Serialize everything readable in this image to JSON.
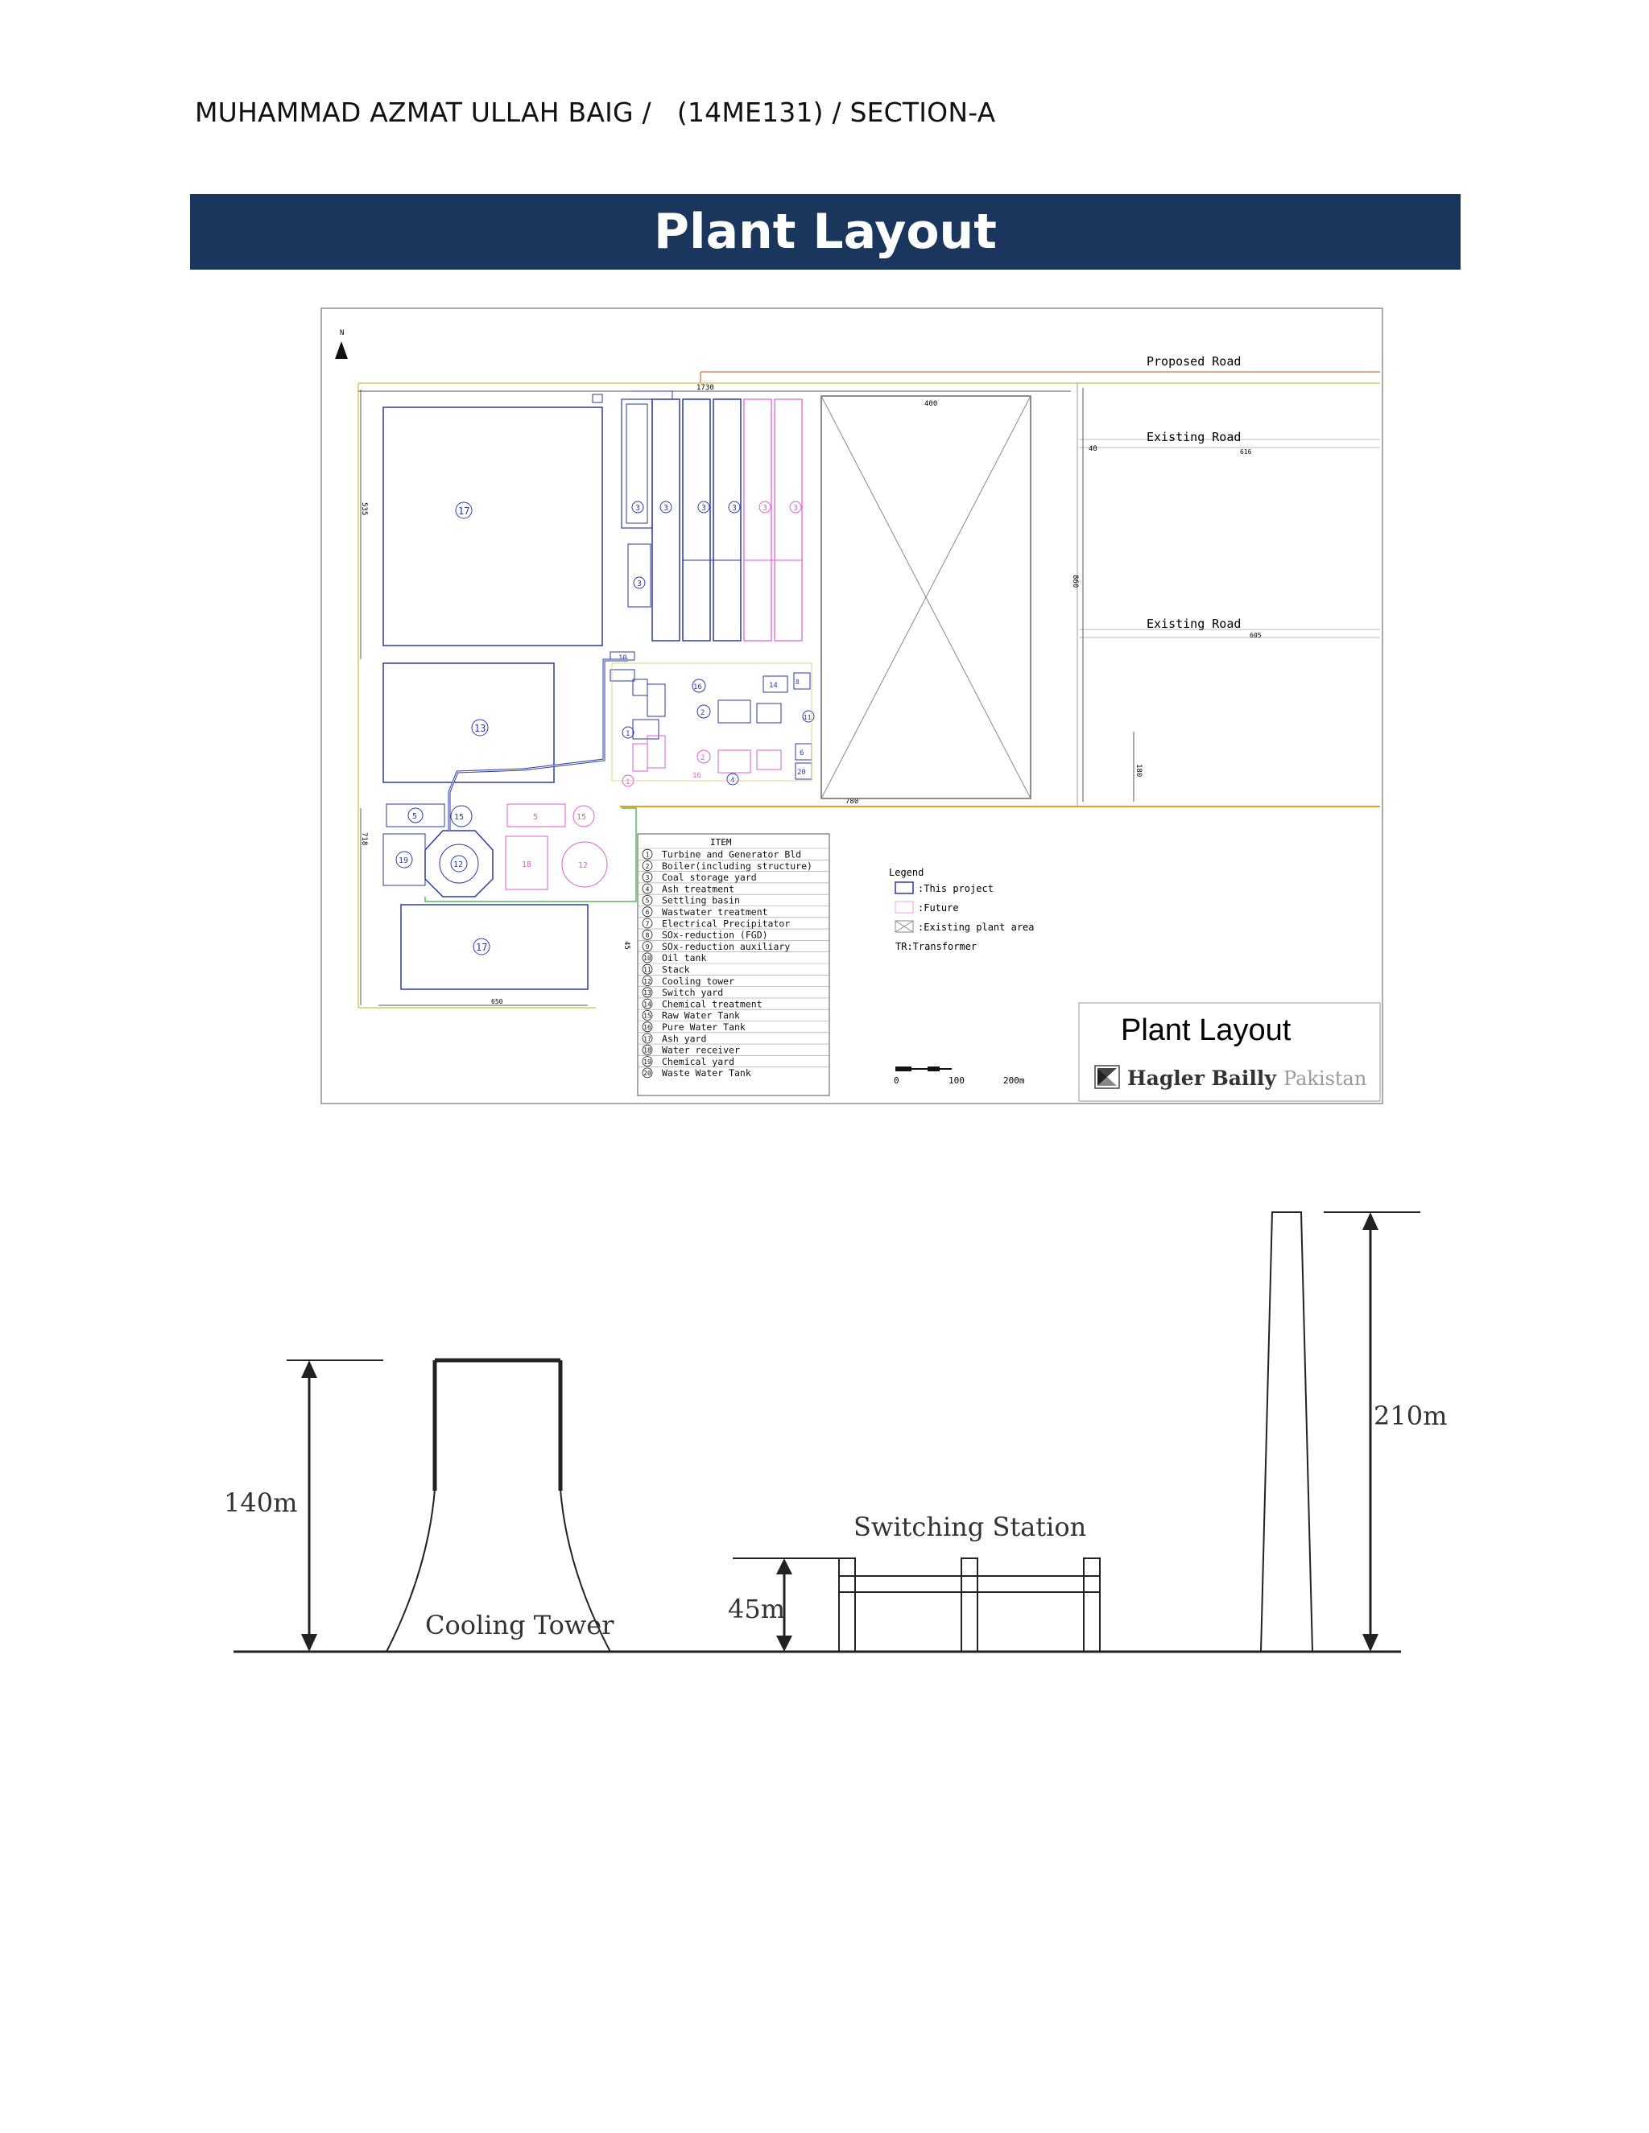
{
  "header": {
    "author_line": "MUHAMMAD AZMAT ULLAH BAIG /   (14ME131) / SECTION-A"
  },
  "banner": {
    "title": "Plant Layout"
  },
  "plan": {
    "north": "N",
    "roads": {
      "proposed": "Proposed Road",
      "existing_top": "Existing Road",
      "existing_mid": "Existing Road"
    },
    "dims": {
      "d1730": "1730",
      "d400": "400",
      "d40": "40",
      "d616": "616",
      "d535": "535",
      "d860": "860",
      "d605": "605",
      "d180": "180",
      "d780": "780",
      "d718": "718",
      "d45": "45",
      "d650": "650"
    },
    "area_labels": {
      "a17_top": "17",
      "a13": "13",
      "a17_bottom": "17",
      "a5_blue": "5",
      "a15_blue": "15",
      "a12_blue": "12",
      "a19": "19",
      "a5_pink": "5",
      "a15_pink": "15",
      "a18": "18",
      "a12_pink": "12",
      "a3_side": "3",
      "a16_blue": "16",
      "a16_pink": "16",
      "a14": "14",
      "a10": "10",
      "a2_blue": "2",
      "a2_pink": "2",
      "a6": "6",
      "a20": "20",
      "a11": "11",
      "a4": "4",
      "a8": "8",
      "a1_top": "1",
      "a1_bottom": "1"
    },
    "coal_yards": [
      "3",
      "3",
      "3",
      "3",
      "3",
      "3"
    ],
    "item_table": {
      "heading": "ITEM",
      "items": [
        {
          "no": "1",
          "label": "Turbine and Generator Bld"
        },
        {
          "no": "2",
          "label": "Boiler(including structure)"
        },
        {
          "no": "3",
          "label": "Coal storage yard"
        },
        {
          "no": "4",
          "label": "Ash treatment"
        },
        {
          "no": "5",
          "label": "Settling basin"
        },
        {
          "no": "6",
          "label": "Wastwater treatment"
        },
        {
          "no": "7",
          "label": "Electrical Precipitator"
        },
        {
          "no": "8",
          "label": "SOx-reduction (FGD)"
        },
        {
          "no": "9",
          "label": "SOx-reduction auxiliary"
        },
        {
          "no": "10",
          "label": "Oil tank"
        },
        {
          "no": "11",
          "label": "Stack"
        },
        {
          "no": "12",
          "label": "Cooling tower"
        },
        {
          "no": "13",
          "label": "Switch yard"
        },
        {
          "no": "14",
          "label": "Chemical treatment"
        },
        {
          "no": "15",
          "label": "Raw Water Tank"
        },
        {
          "no": "16",
          "label": "Pure Water Tank"
        },
        {
          "no": "17",
          "label": "Ash yard"
        },
        {
          "no": "18",
          "label": "Water receiver"
        },
        {
          "no": "19",
          "label": "Chemical yard"
        },
        {
          "no": "20",
          "label": "Waste Water Tank"
        }
      ]
    },
    "legend": {
      "title": "Legend",
      "this_project": ":This project",
      "future": ":Future",
      "existing": ":Existing plant area",
      "transformer": "TR:Transformer",
      "colors": {
        "this_project": "#2b3aa8",
        "future": "#e05ad6",
        "road": "#e08a60"
      }
    },
    "scale": {
      "s0": "0",
      "s100": "100",
      "s200": "200m"
    },
    "title_block": {
      "title": "Plant Layout",
      "company": "Hagler Bailly",
      "country": "Pakistan"
    }
  },
  "elevation": {
    "cooling_tower": {
      "label": "Cooling Tower",
      "height": "140m"
    },
    "switching_station": {
      "label": "Switching Station",
      "height": "45m"
    },
    "stack": {
      "height": "210m"
    }
  }
}
